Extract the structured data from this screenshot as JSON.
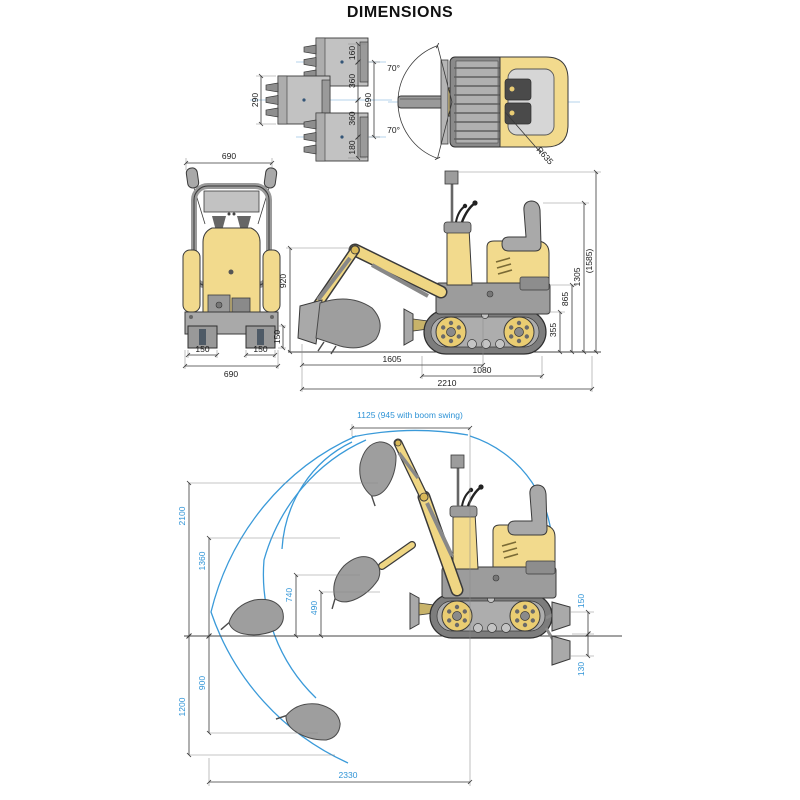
{
  "title": "DIMENSIONS",
  "colors": {
    "machine_yellow": "#F2DA8D",
    "machine_gray": "#A9A9A9",
    "dimension_blue": "#2E93D6",
    "line_dark": "#3A3A3A"
  },
  "plan_view_buckets": {
    "bucket_width": "290",
    "top_outer_offset": "160",
    "top_offset": "360",
    "overall_width": "690",
    "bottom_offset": "360",
    "bottom_outer_offset": "180"
  },
  "plan_view_machine": {
    "boom_swing_upper": "70°",
    "boom_swing_lower": "70°",
    "tail_swing_radius": "R635"
  },
  "front_view": {
    "overall_width": "690",
    "track_shoe_left": "150",
    "track_shoe_right": "150",
    "overall_width_bottom": "690",
    "track_height": "150"
  },
  "side_view": {
    "boom_transport_height": "920",
    "track_height": "355",
    "engine_cover_height": "865",
    "seat_top_height": "1305",
    "folded_rollbar_height": "(1585)",
    "front_length": "1605",
    "crawler_length": "1080",
    "overall_length": "2210"
  },
  "working_range": {
    "front_swing_width": "1125 (945 with boom swing)",
    "max_cutting_height": "2100",
    "max_dumping_height": "1360",
    "boom_pivot_height": "740",
    "arm_pivot_height": "490",
    "vertical_dig_depth": "900",
    "max_dig_depth": "1200",
    "blade_above_ground": "150",
    "blade_below_ground": "130",
    "max_reach_at_ground": "2330"
  }
}
